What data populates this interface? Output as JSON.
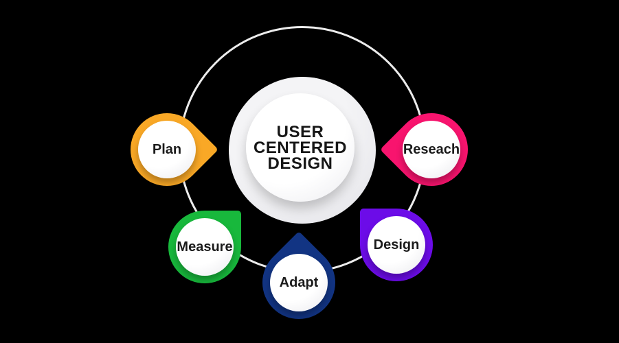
{
  "background_color": "#000000",
  "ring": {
    "color": "#ECECEC"
  },
  "center": {
    "title": "USER CENTERED DESIGN",
    "title_lines": [
      "USER",
      "CENTERED",
      "DESIGN"
    ],
    "text_color": "#161616",
    "outer_circle_color": "#EFEFF1",
    "inner_circle_color": "#FFFFFF"
  },
  "nodes": [
    {
      "label": "Plan",
      "color": "#F9A826",
      "tip_direction": "east"
    },
    {
      "label": "Reseach",
      "color": "#F8146E",
      "tip_direction": "west"
    },
    {
      "label": "Measure",
      "color": "#18B83C",
      "tip_direction": "north-east"
    },
    {
      "label": "Adapt",
      "color": "#123483",
      "tip_direction": "north"
    },
    {
      "label": "Design",
      "color": "#6C0CE8",
      "tip_direction": "north-west"
    }
  ]
}
